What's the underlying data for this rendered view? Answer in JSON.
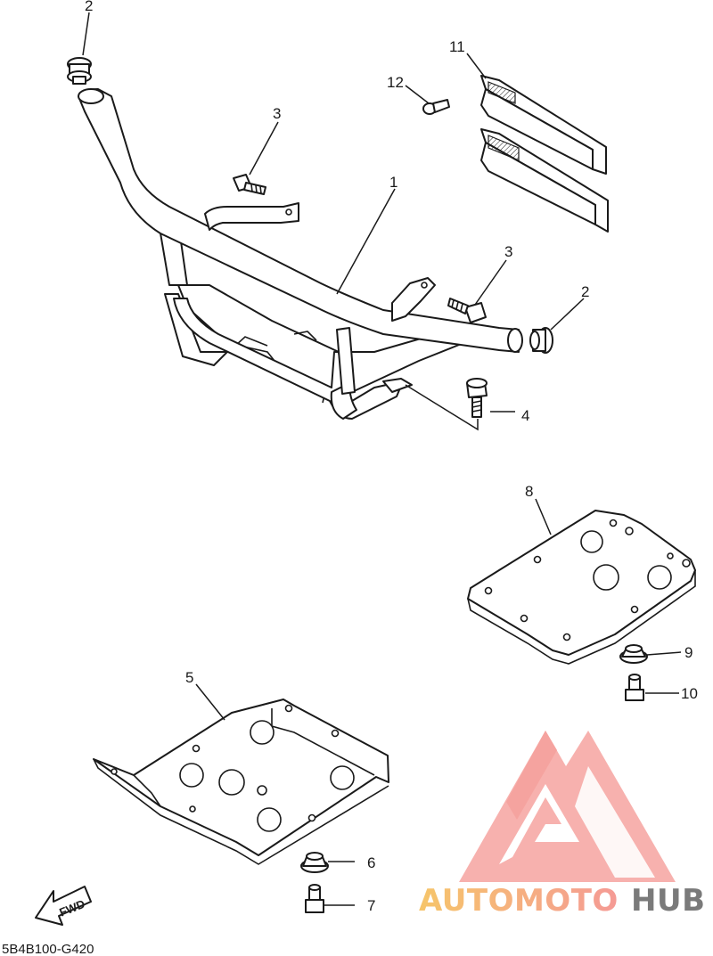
{
  "diagram_code": "5B4B100-G420",
  "fwd_label": "FWD",
  "callouts": {
    "c1": "1",
    "c2a": "2",
    "c2b": "2",
    "c3a": "3",
    "c3b": "3",
    "c4": "4",
    "c5": "5",
    "c6": "6",
    "c7": "7",
    "c8": "8",
    "c9": "9",
    "c10": "10",
    "c11": "11",
    "c12": "12"
  },
  "watermark": {
    "part1": "AUTOMOTO",
    "part2": "HUB",
    "color_primary": "#f59a95",
    "color_accent": "#f6c56a",
    "color_dark": "#7a7a7a"
  }
}
